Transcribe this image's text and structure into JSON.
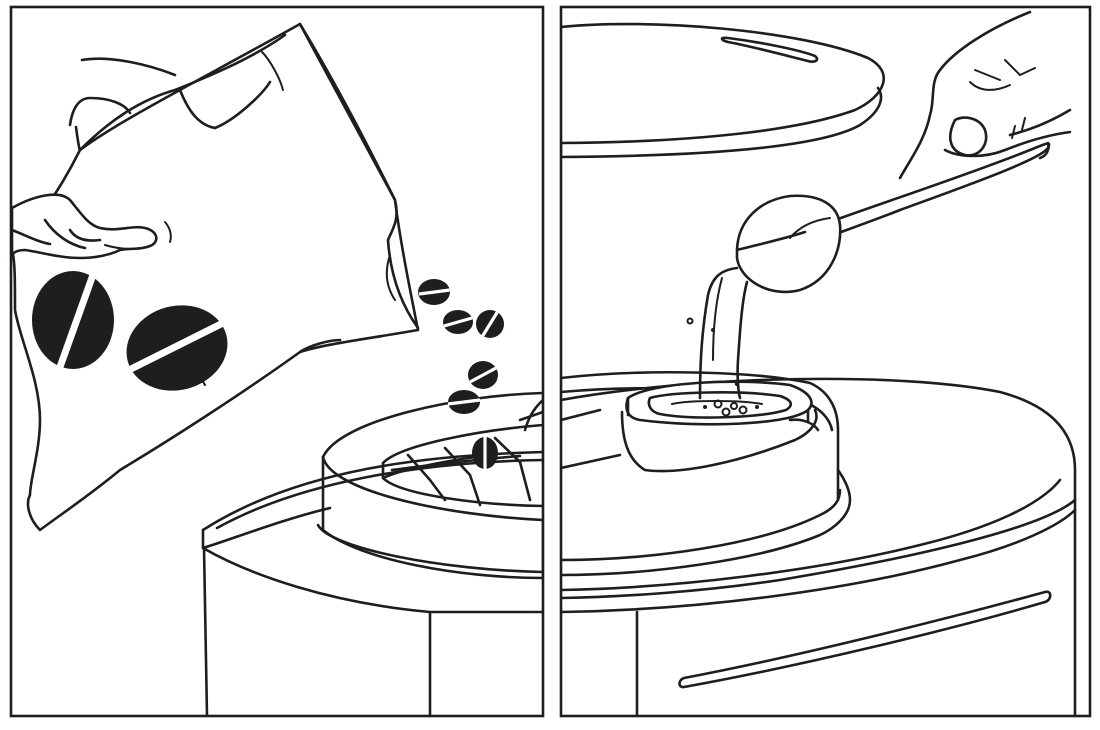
{
  "figure": {
    "panels": [
      {
        "id": "panel-left",
        "depicts": "hand-pouring-bean-bag",
        "elements": [
          "bean-bag",
          "coffee-bean-icon",
          "falling-beans",
          "grinder-hopper",
          "bean-hopper-grid"
        ]
      },
      {
        "id": "panel-right",
        "depicts": "scoop-pouring-ground-coffee",
        "elements": [
          "hopper-lid",
          "measuring-scoop",
          "powder-stream",
          "powder-cup",
          "machine-body"
        ]
      }
    ],
    "colors": {
      "ink": "#1f1d1e",
      "background": "#ffffff"
    }
  }
}
